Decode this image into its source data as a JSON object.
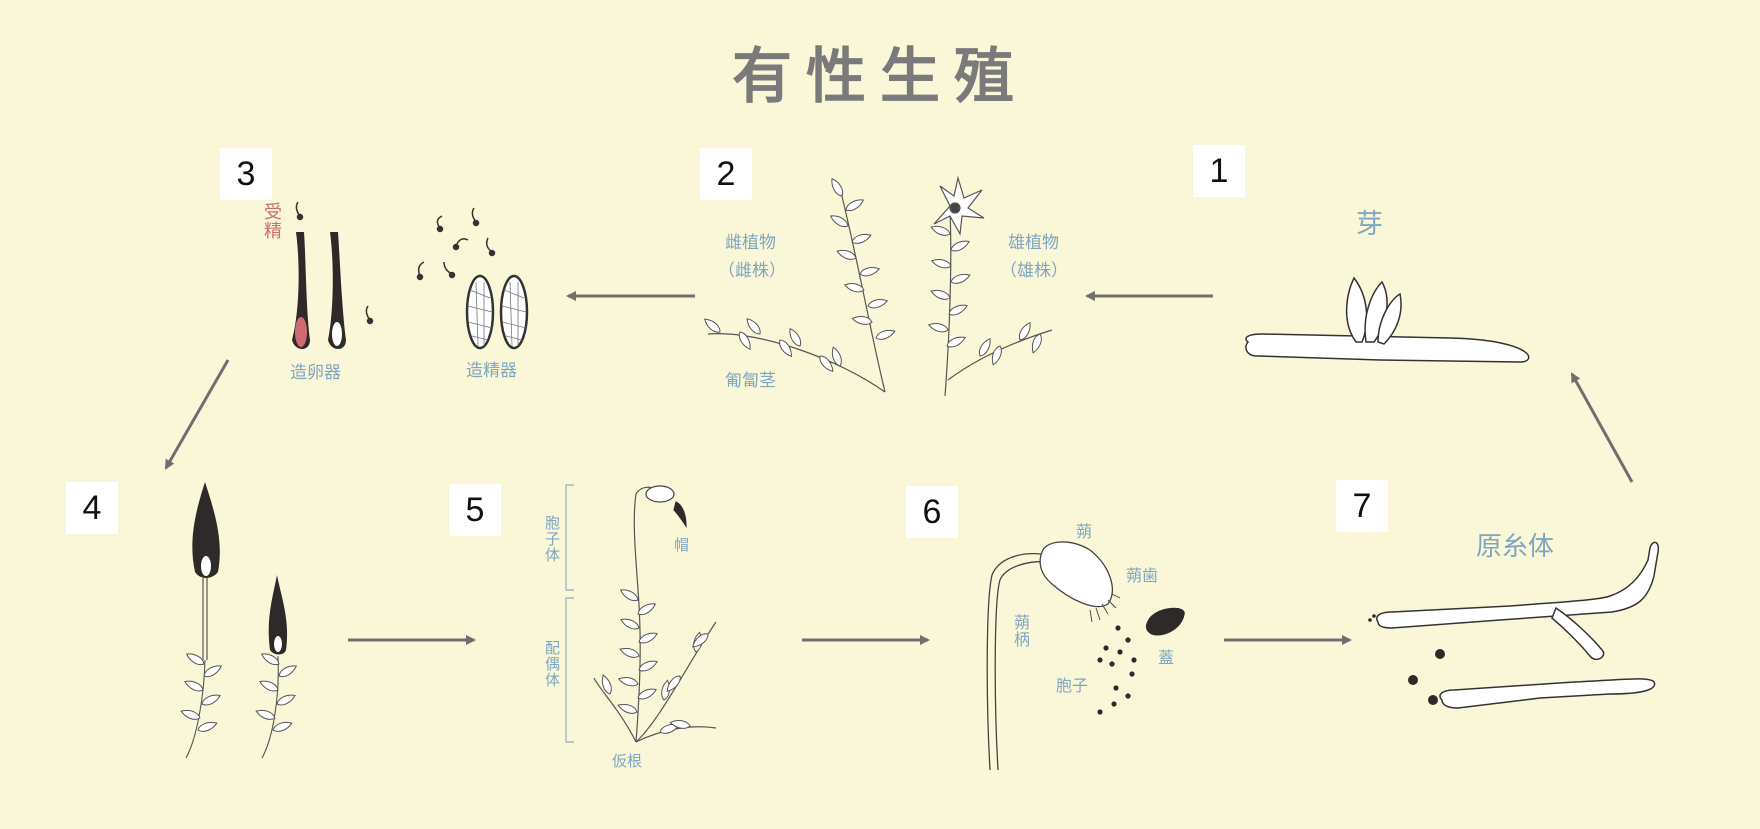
{
  "title": "有性生殖",
  "steps": [
    "1",
    "2",
    "3",
    "4",
    "5",
    "6",
    "7"
  ],
  "labels": {
    "bud": "芽",
    "female_plant": "雌植物",
    "female_plant_sub": "（雌株）",
    "male_plant": "雄植物",
    "male_plant_sub": "（雄株）",
    "stolon": "匍匐茎",
    "fertilization": "受精",
    "archegonium": "造卵器",
    "antheridium": "造精器",
    "sporophyte": "胞子体",
    "calyptra": "帽",
    "gametophyte": "配偶体",
    "rhizoid": "仮根",
    "capsule": "蒴",
    "peristome": "蒴歯",
    "seta": "蒴柄",
    "operculum": "蓋",
    "spores": "胞子",
    "protonema": "原糸体"
  },
  "colors": {
    "background": "#faf7d8",
    "label": "#7fa6c0",
    "accent": "#cf6a72",
    "arrow": "#6f6f6f",
    "title": "#7a7a7a"
  }
}
